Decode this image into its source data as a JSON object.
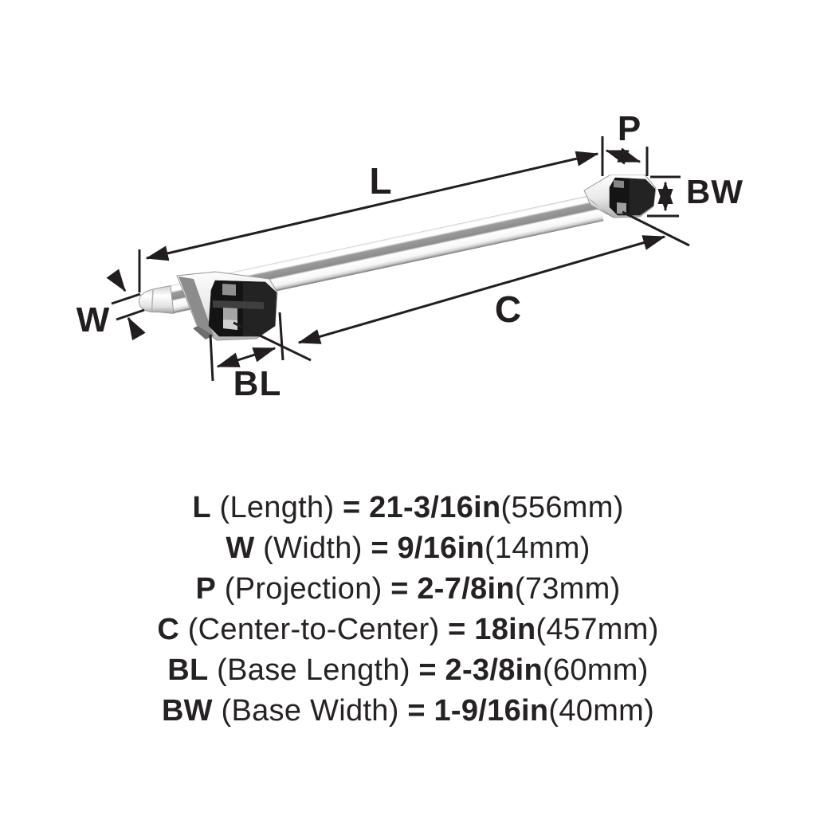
{
  "diagram": {
    "ink": "#221e1f",
    "chrome_light": "#fafafa",
    "chrome_mid": "#8f8f8f",
    "post_black": "#141414",
    "labels": {
      "L": "L",
      "W": "W",
      "P": "P",
      "C": "C",
      "BL": "BL",
      "BW": "BW"
    }
  },
  "specs": [
    {
      "symbol": "L",
      "name": "(Length)",
      "eq": "=",
      "value": "21-3/16in",
      "metric": "(556mm)"
    },
    {
      "symbol": "W",
      "name": "(Width)",
      "eq": "=",
      "value": "9/16in",
      "metric": "(14mm)"
    },
    {
      "symbol": "P",
      "name": "(Projection)",
      "eq": "=",
      "value": "2-7/8in",
      "metric": "(73mm)"
    },
    {
      "symbol": "C",
      "name": "(Center-to-Center)",
      "eq": "=",
      "value": "18in",
      "metric": "(457mm)"
    },
    {
      "symbol": "BL",
      "name": "(Base Length)",
      "eq": "=",
      "value": "2-3/8in",
      "metric": "(60mm)"
    },
    {
      "symbol": "BW",
      "name": "(Base Width)",
      "eq": "=",
      "value": "1-9/16in",
      "metric": "(40mm)"
    }
  ]
}
